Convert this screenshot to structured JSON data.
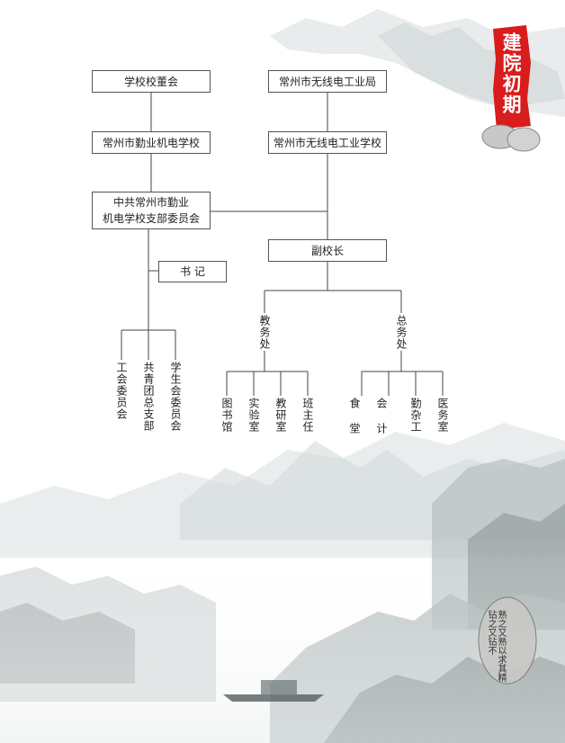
{
  "nodes": {
    "board": "学校校董会",
    "bureau": "常州市无线电工业局",
    "mech_school": "常州市勤业机电学校",
    "radio_school": "常州市无线电工业学校",
    "party_line1": "中共常州市勤业",
    "party_line2": "机电学校支部委员会",
    "secretary": "书 记",
    "vice_principal": "副校长",
    "academic_affairs": "教务处",
    "general_affairs": "总务处",
    "union": "工会委员会",
    "youth_league": "共青团总支部",
    "student_union": "学生会委员会",
    "library": "图书馆",
    "lab": "实验室",
    "research": "教研室",
    "class_teacher": "班主任",
    "canteen": "食堂",
    "accounting": "会计",
    "maintenance": "勤杂工",
    "clinic": "医务室"
  },
  "seal": {
    "text": "建院初期",
    "color": "#d91c1c"
  },
  "stone_inscription": "熟之又熟以求其精钻之又钻不"
}
